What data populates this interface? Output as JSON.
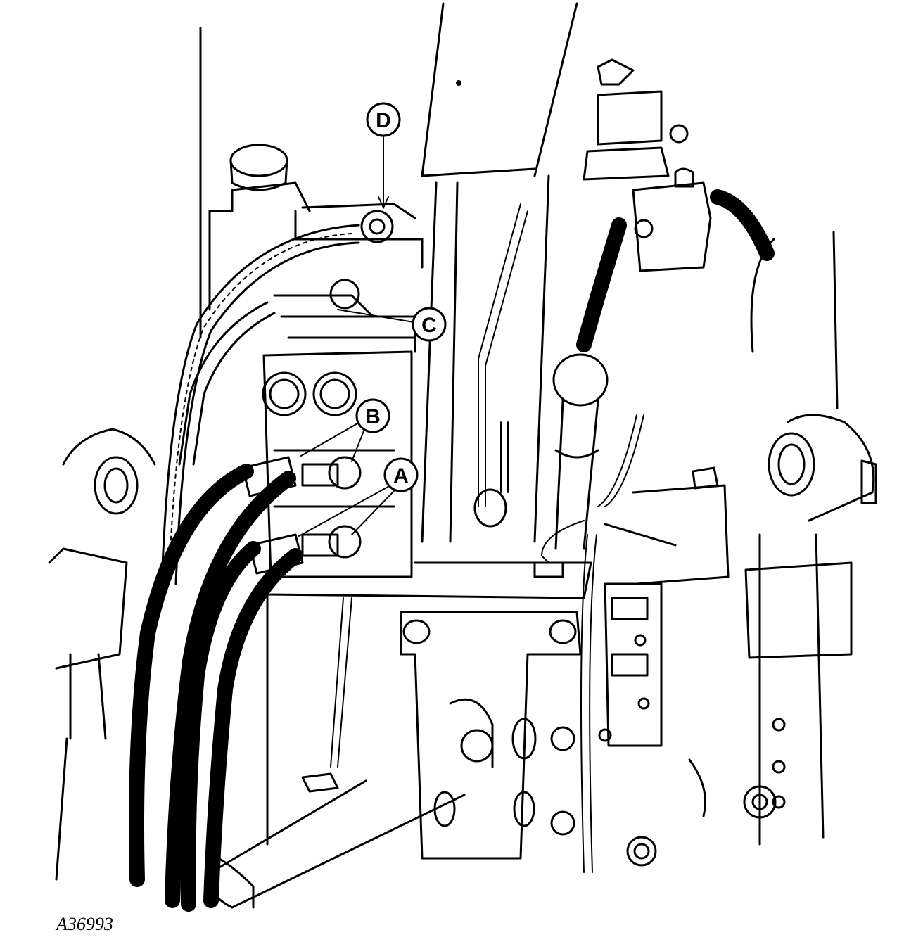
{
  "callouts": {
    "A": "A",
    "B": "B",
    "C": "C",
    "D": "D"
  },
  "figure_code": "A36993",
  "colors": {
    "line": "#000000",
    "background": "#ffffff"
  }
}
